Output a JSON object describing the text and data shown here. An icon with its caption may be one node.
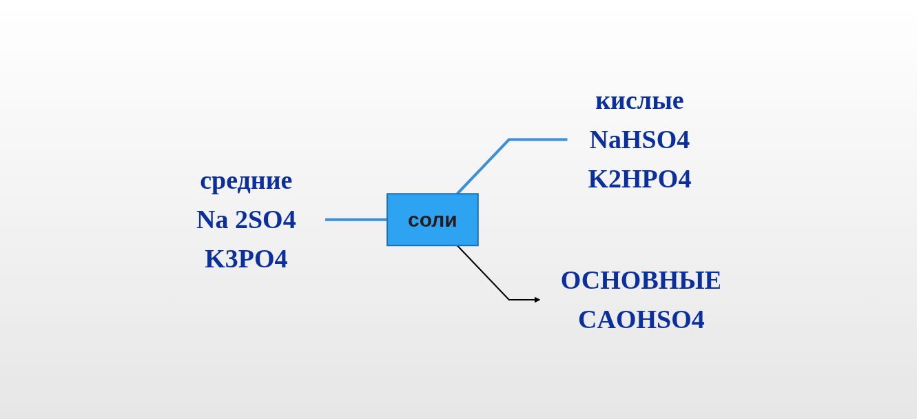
{
  "diagram": {
    "nodes": [
      {
        "text": [
          "средние"
        ],
        "beside": [
          "Na 2SO4",
          "K3PO4"
        ]
      },
      {
        "text": [
          "соли"
        ]
      },
      {
        "text": [
          "кислые"
        ],
        "beside": [
          "NaHSO4",
          "K2HPO4"
        ]
      },
      {
        "text": [
          "ОСНОВНЫЕ"
        ],
        "beside": [
          "CAOHSO4"
        ]
      }
    ],
    "edges": [
      {
        "from": 0,
        "to": 1,
        "arrow": "none"
      },
      {
        "from": 1,
        "to": 2,
        "arrow": "none"
      },
      {
        "from": 1,
        "to": 3,
        "arrow": "to",
        "color": "#000000"
      }
    ]
  }
}
